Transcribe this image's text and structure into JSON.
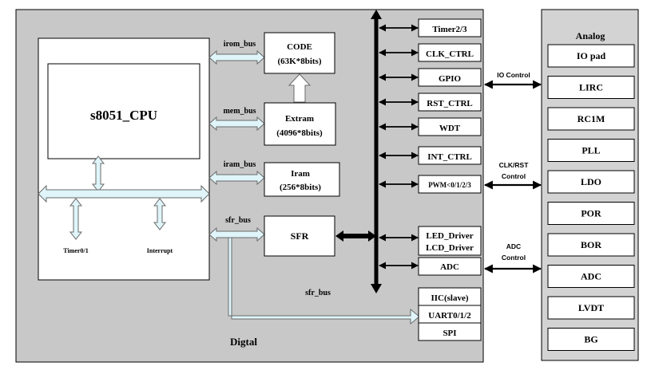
{
  "colors": {
    "digital_fill": "#c8c8c8",
    "analog_fill": "#d3d3d3",
    "bus_fill": "#dff5fa",
    "bus_stroke": "#6a6a6a",
    "line": "#000000",
    "box_fill": "#ffffff"
  },
  "regions": {
    "digital_label": "Digtal",
    "analog_label": "Analog"
  },
  "cpu": {
    "label": "s8051_CPU",
    "timer_label": "Timer0/1",
    "interrupt_label": "Interrupt"
  },
  "memories": {
    "code": {
      "line1": "CODE",
      "line2": "(63K*8bits)"
    },
    "extram": {
      "line1": "Extram",
      "line2": "(4096*8bits)"
    },
    "iram": {
      "line1": "Iram",
      "line2": "(256*8bits)"
    },
    "sfr": "SFR"
  },
  "buses": {
    "irom": "irom_bus",
    "mem": "mem_bus",
    "iram": "iram_bus",
    "sfr": "sfr_bus",
    "sfr_bottom": "sfr_bus"
  },
  "peripherals": {
    "timer23": "Timer2/3",
    "clk_ctrl": "CLK_CTRL",
    "gpio": "GPIO",
    "rst_ctrl": "RST_CTRL",
    "wdt": "WDT",
    "int_ctrl": "INT_CTRL",
    "pwm": "PWM<0/1/2/3",
    "led_driver": "LED_Driver",
    "lcd_driver": "LCD_Driver",
    "adc": "ADC",
    "iic": "IIC(slave)",
    "uart": "UART0/1/2",
    "spi": "SPI"
  },
  "connections": {
    "io_control": "IO Control",
    "clk_rst_line1": "CLK/RST",
    "clk_rst_line2": "Control",
    "adc_line1": "ADC",
    "adc_line2": "Control"
  },
  "analog_blocks": [
    "IO pad",
    "LIRC",
    "RC1M",
    "PLL",
    "LDO",
    "POR",
    "BOR",
    "ADC",
    "LVDT",
    "BG"
  ]
}
